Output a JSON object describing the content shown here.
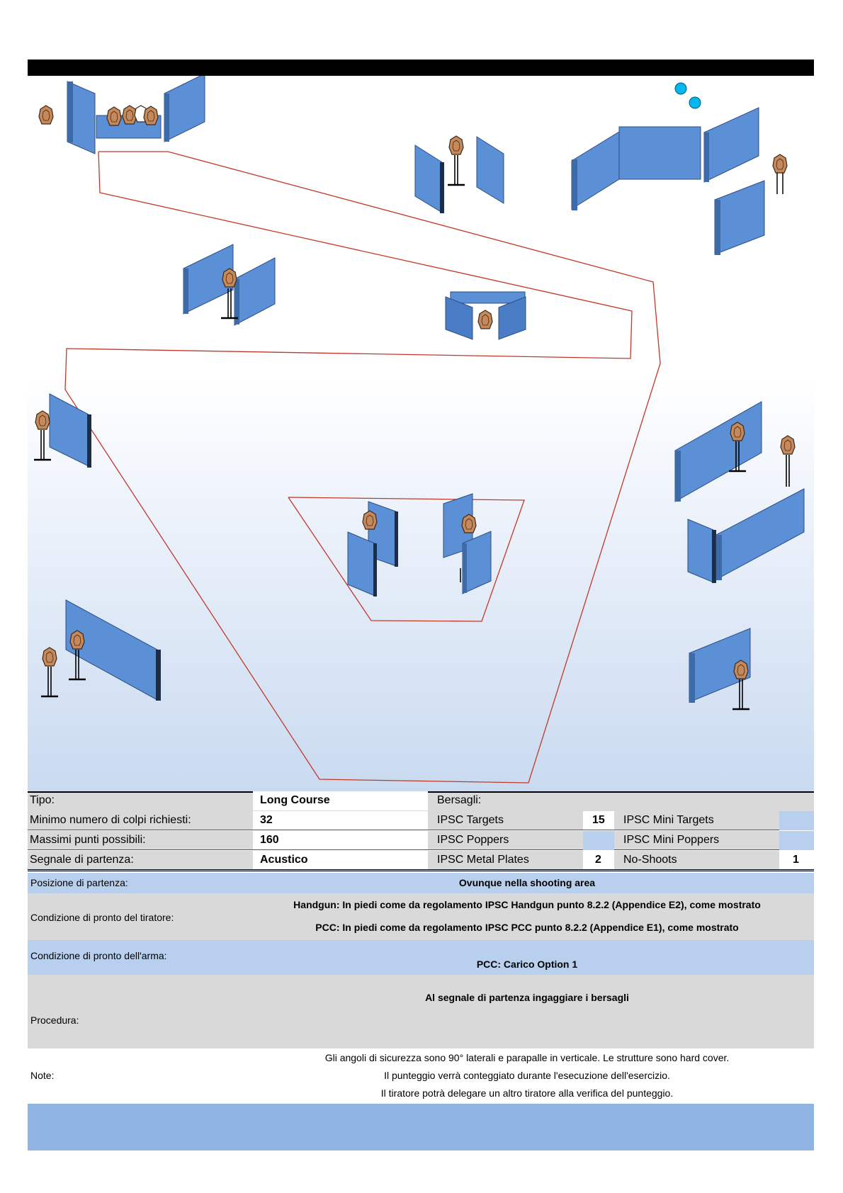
{
  "table": {
    "tipo_label": "Tipo:",
    "tipo_value": "Long Course",
    "bersagli_label": "Bersagli:",
    "min_colpi_label": "Minimo numero di colpi richiesti:",
    "min_colpi_value": "32",
    "max_punti_label": "Massimi punti possibili:",
    "max_punti_value": "160",
    "segnale_label": "Segnale di partenza:",
    "segnale_value": "Acustico",
    "ipsc_targets_label": "IPSC Targets",
    "ipsc_targets_value": "15",
    "ipsc_poppers_label": "IPSC Poppers",
    "ipsc_metal_label": "IPSC Metal Plates",
    "ipsc_metal_value": "2",
    "mini_targets_label": "IPSC Mini Targets",
    "mini_poppers_label": "IPSC Mini Poppers",
    "no_shoots_label": "No-Shoots",
    "no_shoots_value": "1"
  },
  "info": {
    "posizione_label": "Posizione di partenza:",
    "posizione_value": "Ovunque nella shooting area",
    "condizione_tiratore_label": "Condizione di pronto del tiratore:",
    "handgun_text": "Handgun: In piedi come da regolamento IPSC Handgun punto 8.2.2 (Appendice E2), come mostrato",
    "pcc_text": "PCC: In piedi come da regolamento IPSC PCC punto 8.2.2 (Appendice E1), come mostrato",
    "condizione_arma_label": "Condizione di pronto dell'arma:",
    "arma_value": "PCC: Carico Option 1",
    "procedura_label": "Procedura:",
    "procedura_value": "Al segnale di partenza ingaggiare i bersagli",
    "note_label": "Note:",
    "note_line1": "Gli angoli di sicurezza sono 90° laterali e parapalle in verticale. Le strutture sono hard cover.",
    "note_line2": "Il punteggio verrà conteggiato durante l'esecuzione dell'esercizio.",
    "note_line3": "Il tiratore potrà delegare un altro tiratore alla verifica del punteggio."
  },
  "colors": {
    "wall_front": "#5b8fd6",
    "wall_side": "#3d6aa8",
    "target": "#c8895a",
    "popper": "#00b7ee",
    "fault_line": "#c0392b",
    "row_blue": "#b8d0ee",
    "row_grey": "#d9d9d9"
  }
}
